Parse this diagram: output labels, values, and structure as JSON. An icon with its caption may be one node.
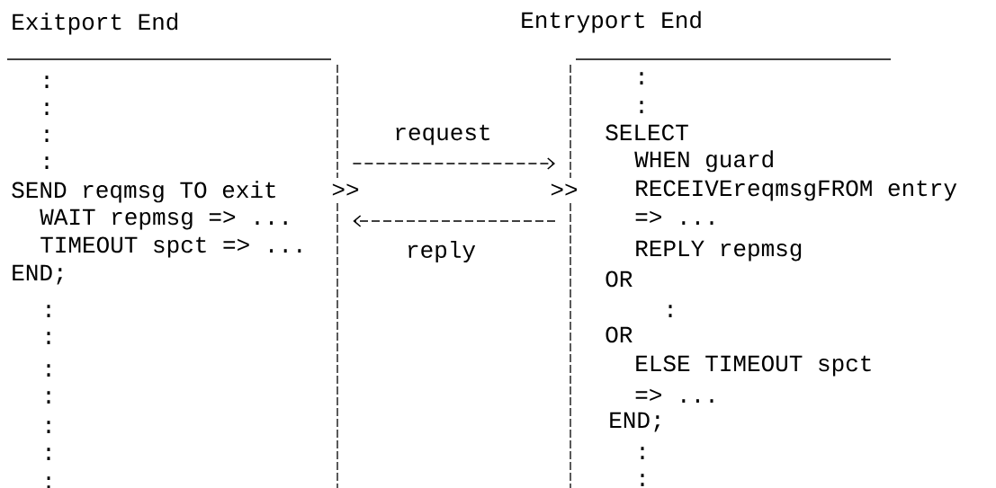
{
  "diagram": {
    "nodes": [
      {
        "text": [
          "Exitport End",
          ":",
          ":",
          ":",
          ":",
          "SEND reqmsg TO exit",
          "WAIT repmsg  => ...",
          "TIMEOUT spct => ...",
          "END;",
          ":",
          ":",
          ":",
          ":",
          ":",
          ":",
          ":"
        ]
      },
      {
        "text": [
          "Entryport End",
          ":",
          ":",
          "SELECT",
          "WHEN guard",
          "RECEIVEreqmsgFROM entry",
          "=> ...",
          "REPLY repmsg",
          "OR",
          ":",
          "OR",
          "ELSE TIMEOUT spct",
          "=> ...",
          "END;",
          ":",
          ":"
        ]
      }
    ],
    "edges": [
      {
        "from": 0,
        "to": 1,
        "arrow": "to",
        "label": "request",
        "style": "dashed"
      },
      {
        "from": 1,
        "to": 0,
        "arrow": "to",
        "label": "reply",
        "style": "dashed"
      }
    ],
    "labels": [
      ">>",
      ">>"
    ]
  }
}
